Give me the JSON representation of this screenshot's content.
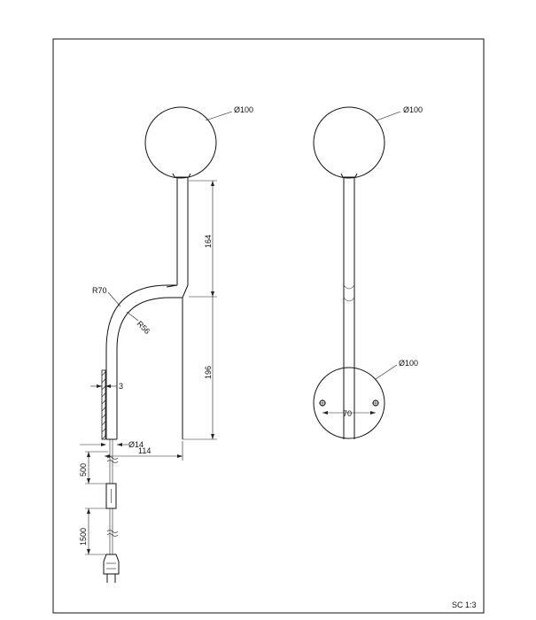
{
  "drawing": {
    "scale_label": "SC 1:3",
    "side_view": {
      "globe_diameter": "Ø100",
      "upper_rod_length": "164",
      "lower_height": "196",
      "outer_radius": "R70",
      "inner_radius": "R56",
      "wall_offset": "3",
      "rod_diameter": "Ø14",
      "projection": "114",
      "cable_length_1": "500",
      "cable_length_2": "1500"
    },
    "front_view": {
      "globe_diameter": "Ø100",
      "plate_diameter": "Ø100",
      "hole_spacing": "70"
    }
  }
}
